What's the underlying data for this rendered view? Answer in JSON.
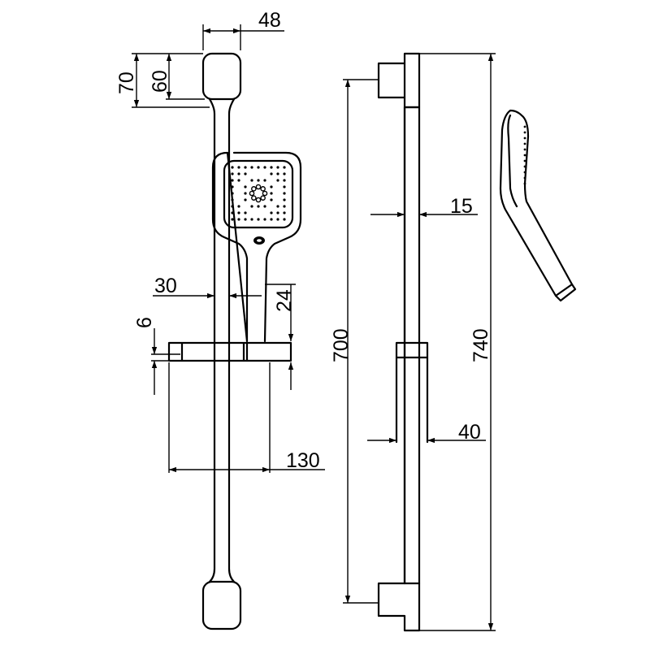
{
  "dimensions": {
    "top_width": "48",
    "end_height_outer": "70",
    "end_height_inner": "60",
    "head_offset": "30",
    "holder_height": "24",
    "holder_gap": "6",
    "holder_projection": "130",
    "rail_diameter": "15",
    "total_length_inner": "700",
    "total_length_outer": "740",
    "holder_depth": "40"
  },
  "colors": {
    "line": "#000000",
    "background": "#ffffff"
  }
}
